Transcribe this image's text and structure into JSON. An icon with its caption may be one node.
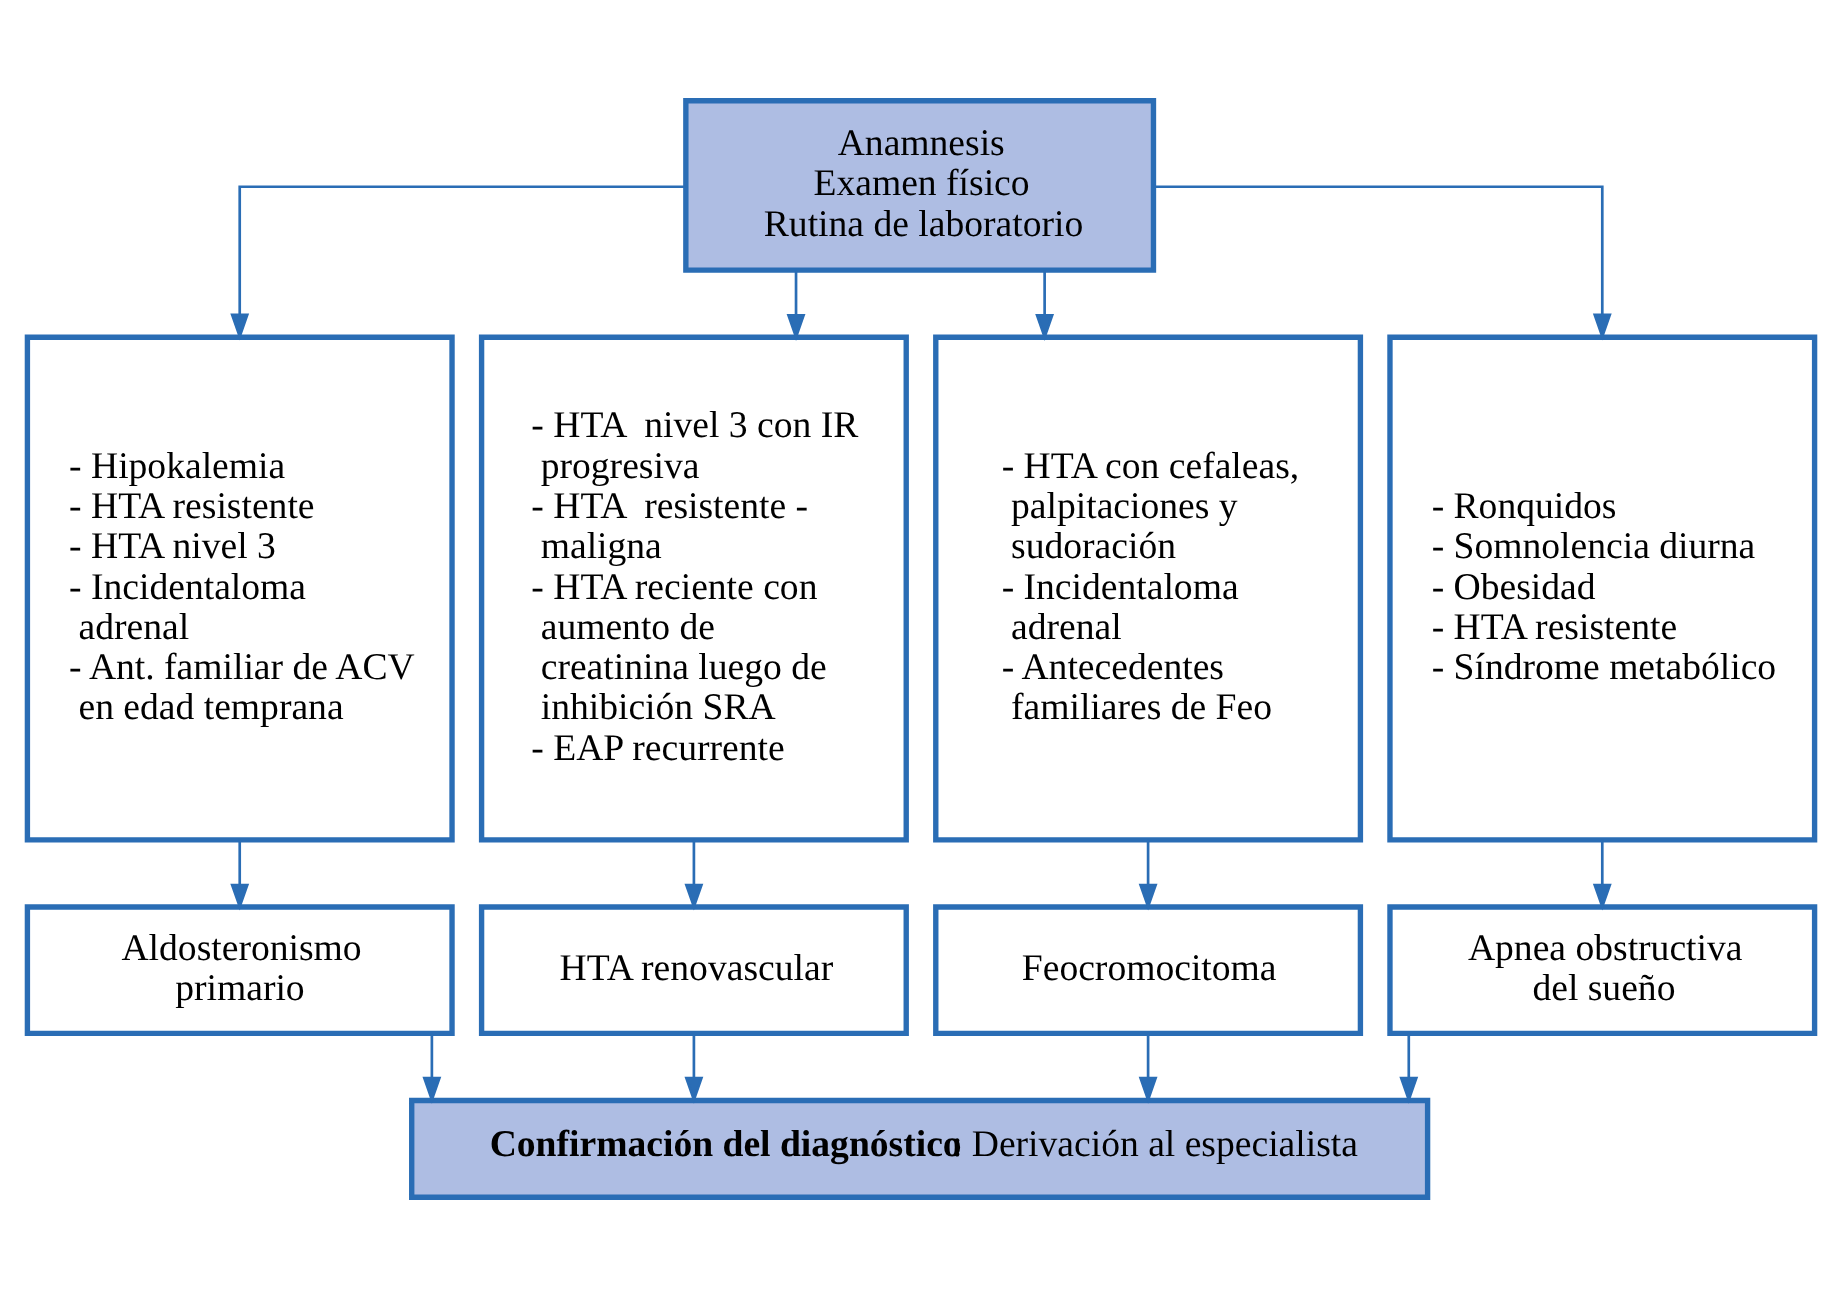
{
  "diagram": {
    "nodes": [
      {
        "text": [
          "Anamnesis",
          "Examen físico",
          "Rutina de laboratorio"
        ]
      },
      {
        "text": [
          "- Hipokalemia",
          "- HTA resistente",
          "- HTA nivel 3",
          "- Incidentaloma adrenal",
          "- Ant. familiar de ACV en edad temprana"
        ]
      },
      {
        "text": [
          "- HTA  nivel 3 con IR progresiva",
          "- HTA  resistente - maligna",
          "- HTA reciente con aumento de creatinina luego de inhibición SRA",
          "- EAP recurrente"
        ]
      },
      {
        "text": [
          "- HTA con cefaleas, palpitaciones y sudoración",
          "- Incidentaloma adrenal",
          "- Antecedentes familiares de Feo"
        ]
      },
      {
        "text": [
          "- Ronquidos",
          "- Somnolencia diurna",
          "- Obesidad",
          "- HTA resistente",
          "- Síndrome metabólico"
        ]
      },
      {
        "text": [
          "Aldosteronismo primario"
        ]
      },
      {
        "text": [
          "HTA renovascular"
        ]
      },
      {
        "text": [
          "Feocromocitoma"
        ]
      },
      {
        "text": [
          "Apnea obstructiva del sueño"
        ]
      },
      {
        "text": [
          "**Confirmación del diagnóstico**: Derivación al especialista"
        ]
      }
    ],
    "edges": [
      {
        "from": 0,
        "to": 1,
        "arrow": "to"
      },
      {
        "from": 0,
        "to": 2,
        "arrow": "to"
      },
      {
        "from": 0,
        "to": 3,
        "arrow": "to"
      },
      {
        "from": 0,
        "to": 4,
        "arrow": "to"
      },
      {
        "from": 1,
        "to": 5,
        "arrow": "to"
      },
      {
        "from": 2,
        "to": 6,
        "arrow": "to"
      },
      {
        "from": 3,
        "to": 7,
        "arrow": "to"
      },
      {
        "from": 4,
        "to": 8,
        "arrow": "to"
      },
      {
        "from": 5,
        "to": 9,
        "arrow": "to"
      },
      {
        "from": 6,
        "to": 9,
        "arrow": "to"
      },
      {
        "from": 7,
        "to": 9,
        "arrow": "to"
      },
      {
        "from": 8,
        "to": 9,
        "arrow": "to"
      }
    ]
  }
}
